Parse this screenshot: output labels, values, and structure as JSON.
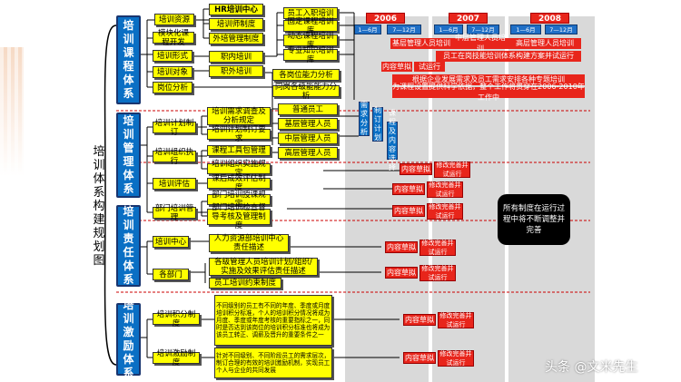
{
  "page_title": "培训体系构建规划图",
  "systems": {
    "course": "培训课程体系",
    "management": "培训管理体系",
    "responsibility": "培训责任体系",
    "incentive": "培训激励体系"
  },
  "course_boxes": {
    "resources": "培训资源",
    "modular": "模块化课程开发",
    "form": "培训形式",
    "target": "培训对象",
    "post_analysis": "岗位分析",
    "hr_center": "HR培训中心",
    "trainers": "培训师制度",
    "outside_mgmt": "外培管理制度",
    "onduty": "职内培训",
    "offduty": "职外培训",
    "new_staff": "员工入职培训",
    "management_course": "固定课程培训库",
    "dynamic_course": "动态课程培训库",
    "expert_course": "专业知识培训库",
    "capability_analysis": "各岗位能力分析",
    "competency_model": "同岗各级能能力分析",
    "ordinary_staff": "普通员工",
    "base_mgr": "基层管理人员",
    "mid_mgr": "中层管理人员",
    "senior_mgr": "高层管理人员"
  },
  "blue_vertical": {
    "needs": "需求分析",
    "plan": "制订计划",
    "course_content": "课程及内容选择"
  },
  "management_boxes": {
    "plan_making": "培训计划制订",
    "org_exec": "培训组织执行",
    "evaluation": "培训评估",
    "department_mgmt": "部门培训管理",
    "needs_survey": "培训需求调查及分析规定",
    "plan_req": "培训计划制订要求",
    "course_mgmt": "课程工具包管理",
    "org_impl": "培训组织实施规定",
    "effect_eval": "课后成效评估制度",
    "dept_manage": "部门培训授课规定",
    "dept_check": "部门培训检查督导考核及管理制度"
  },
  "responsibility_boxes": {
    "center": "培训中心",
    "dept": "各部门",
    "hr_dept": "人力资源部培训中心责任描述",
    "dept_desc": "各级管理人员培训计划/组织/实施及效果评估责任描述",
    "staff_training": "员工培训约束制度"
  },
  "incentive_boxes": {
    "points": "培训积分制度",
    "reward": "培训激励制度",
    "points_desc": "不同级别的员工有不同的年度、季度或月度培训积分标准，个人的培训积分情况将成为月度、季度或年度考核的重要指标之一，同时是否达到该岗位的培训积分标准也将成为该员工转正、调薪及晋升的重要条件之一",
    "reward_desc": "针对不同级别、不同阶段员工的需求层次，制订合理的有效的培训激励机制，实现员工个人与企业的共同发展"
  },
  "timeline": {
    "years": [
      "2006",
      "2007",
      "2008"
    ],
    "halves": [
      "1—6月",
      "7—12月"
    ]
  },
  "red_bars": {
    "base_mgr": "基层管理人员培训",
    "mid_senior": "中层管理人员培训",
    "senior": "高层管理人员培训",
    "post_system": "员工在岗技能培训体系构建方案并试运行",
    "content_draft": "内容草拟",
    "trial_run": "试运行",
    "special_training": "根据企业发展需求及员工需求安排各种专题培训",
    "course_design": "为课程设置提供科学依据，整个工作将贯穿在2006-2010年工作中"
  },
  "red_tags": {
    "content_draft": "内容草拟",
    "revise_trial": "修改完善并试运行"
  },
  "callout": "所有制度在运行过程中将不断调整并完善",
  "watermark": "头条 @文米先生",
  "colors": {
    "blue": "#0a6fc4",
    "yellow": "#ffff00",
    "red": "#e8251b",
    "gray": "#d9d9d9"
  }
}
